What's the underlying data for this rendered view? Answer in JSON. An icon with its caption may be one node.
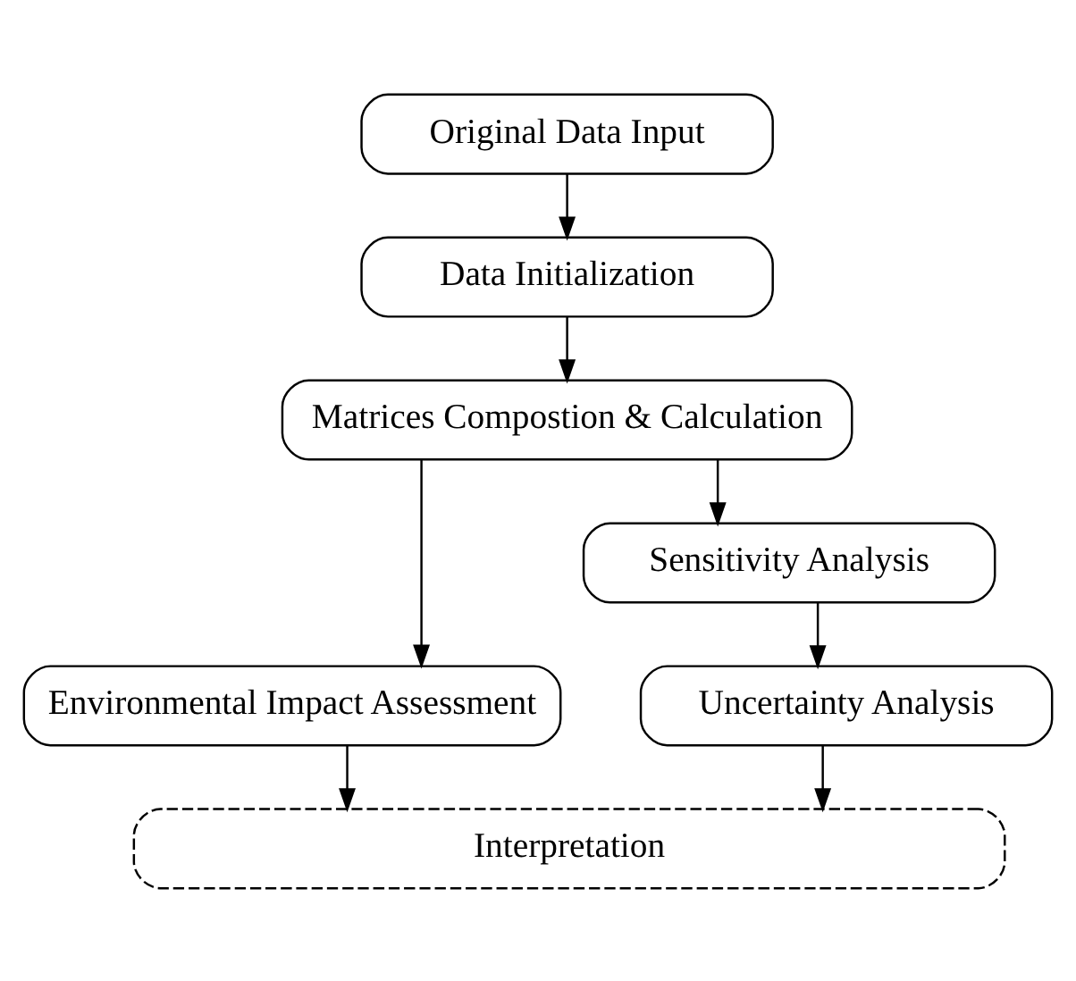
{
  "diagram": {
    "nodes": [
      {
        "text": [
          "Original Data Input"
        ]
      },
      {
        "text": [
          "Data Initialization"
        ]
      },
      {
        "text": [
          "Matrices Compostion & Calculation"
        ]
      },
      {
        "text": [
          "Environmental Impact Assessment"
        ]
      },
      {
        "text": [
          "Sensitivity Analysis"
        ]
      },
      {
        "text": [
          "Uncertainty Analysis"
        ]
      },
      {
        "text": [
          "Interpretation"
        ]
      }
    ],
    "edges": [
      {
        "from": 0,
        "to": 1,
        "arrow": "to"
      },
      {
        "from": 1,
        "to": 2,
        "arrow": "to"
      },
      {
        "from": 2,
        "to": 3,
        "arrow": "to"
      },
      {
        "from": 2,
        "to": 4,
        "arrow": "to"
      },
      {
        "from": 4,
        "to": 5,
        "arrow": "to"
      },
      {
        "from": 3,
        "to": 6,
        "arrow": "to"
      },
      {
        "from": 5,
        "to": 6,
        "arrow": "to"
      }
    ]
  }
}
